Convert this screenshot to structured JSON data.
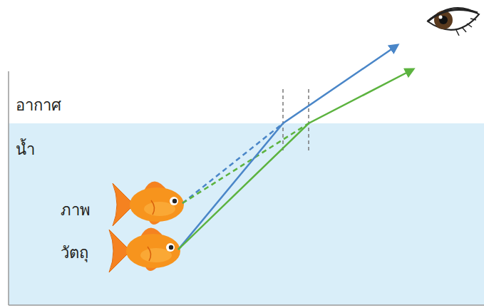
{
  "diagram": {
    "labels": [
      "อากาศ",
      "น้ำ",
      "ภาพ",
      "วัตถุ"
    ]
  }
}
